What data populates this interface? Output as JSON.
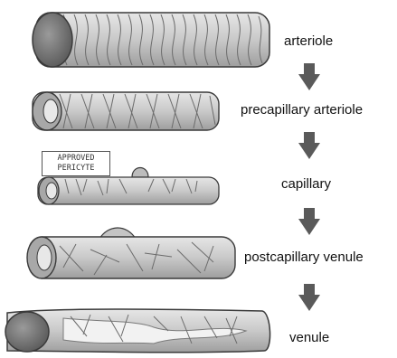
{
  "stages": [
    {
      "label": "arteriole",
      "color_wall": "#d2d2d2"
    },
    {
      "label": "precapillary arteriole",
      "color_wall": "#d4d4d4"
    },
    {
      "label": "capillary",
      "color_wall": "#d8d8d8"
    },
    {
      "label": "postcapillary venule",
      "color_wall": "#cfcfcf"
    },
    {
      "label": "venule",
      "color_wall": "#cdcdcd"
    }
  ],
  "stamp": {
    "line1": "APPROVED",
    "line2": "PERICYTE"
  },
  "colors": {
    "outline": "#3a3a3a",
    "cap": "#6a6a6a",
    "lumen": "#bdbdbd",
    "arrow": "#5a5a5a",
    "endothelium": "#f2f2f2"
  },
  "icons": {
    "arrow": "down-chevron-arrow-icon"
  }
}
